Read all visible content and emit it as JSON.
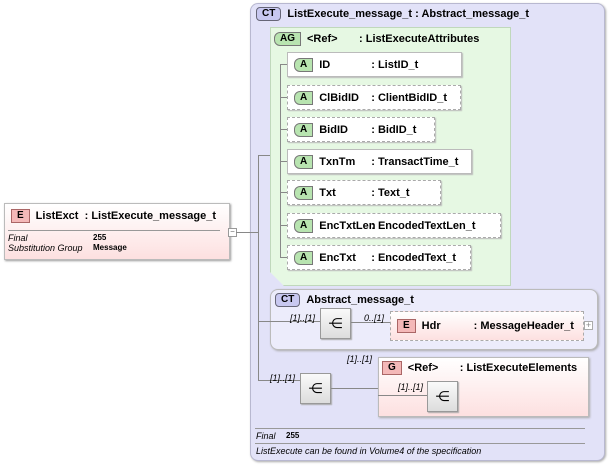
{
  "element": {
    "badge": "E",
    "name": "ListExct",
    "type": ": ListExecute_message_t",
    "props": [
      {
        "label": "Final",
        "value": "255"
      },
      {
        "label": "Substitution Group",
        "value": "Message"
      }
    ]
  },
  "complex_type": {
    "badge": "CT",
    "name": "ListExecute_message_t",
    "base": ": Abstract_message_t"
  },
  "attribute_group": {
    "badge": "AG",
    "name": "<Ref>",
    "type": ": ListExecuteAttributes",
    "attributes": [
      {
        "badge": "A",
        "name": "ID",
        "type": ": ListID_t",
        "optional": false
      },
      {
        "badge": "A",
        "name": "ClBidID",
        "type": ": ClientBidID_t",
        "optional": true
      },
      {
        "badge": "A",
        "name": "BidID",
        "type": ": BidID_t",
        "optional": true
      },
      {
        "badge": "A",
        "name": "TxnTm",
        "type": ": TransactTime_t",
        "optional": false
      },
      {
        "badge": "A",
        "name": "Txt",
        "type": ": Text_t",
        "optional": true
      },
      {
        "badge": "A",
        "name": "EncTxtLen",
        "type": ": EncodedTextLen_t",
        "optional": true
      },
      {
        "badge": "A",
        "name": "EncTxt",
        "type": ": EncodedText_t",
        "optional": true
      }
    ]
  },
  "base_type": {
    "badge": "CT",
    "name": "Abstract_message_t",
    "seq_mult": "[1]..[1]",
    "child_mult": "0..[1]",
    "child": {
      "badge": "E",
      "name": "Hdr",
      "type": ": MessageHeader_t"
    }
  },
  "sequence": {
    "mult": "[1]..[1]",
    "group": {
      "mult": "[1]..[1]",
      "badge": "G",
      "name": "<Ref>",
      "type": ": ListExecuteElements",
      "inner_mult": "[1]..[1]"
    }
  },
  "footer": {
    "final_label": "Final",
    "final_value": "255",
    "note": "ListExecute can be found in Volume4 of the specification"
  }
}
